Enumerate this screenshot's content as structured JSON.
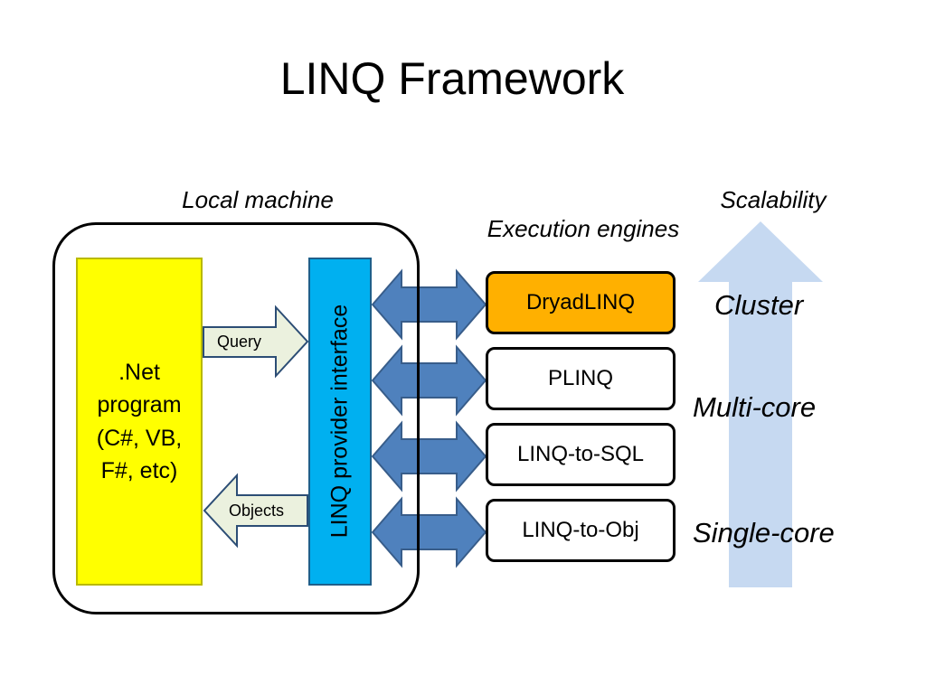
{
  "title": "LINQ Framework",
  "labels": {
    "local_machine": "Local machine",
    "execution_engines": "Execution engines",
    "scalability": "Scalability"
  },
  "net_program": ".Net\nprogram\n(C#, VB,\nF#, etc)",
  "provider_interface": "LINQ provider interface",
  "arrows": {
    "query": "Query",
    "objects": "Objects"
  },
  "engines": [
    "DryadLINQ",
    "PLINQ",
    "LINQ-to-SQL",
    "LINQ-to-Obj"
  ],
  "scalability_levels": {
    "cluster": "Cluster",
    "multi_core": "Multi-core",
    "single_core": "Single-core"
  },
  "colors": {
    "net_program": "#ffff00",
    "provider": "#00b0f0",
    "dryadlinq": "#ffb000",
    "double_arrow": "#4f81bd",
    "scalability_arrow": "#c6d9f1",
    "small_arrow_fill": "#ebf1de"
  }
}
